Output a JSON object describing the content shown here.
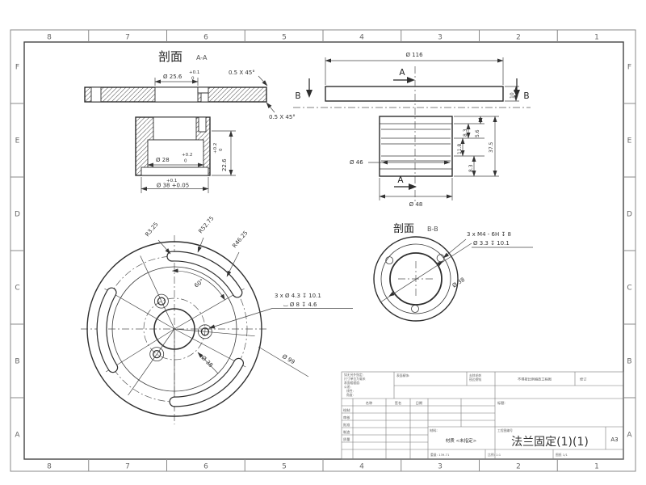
{
  "zones": {
    "cols": [
      "8",
      "7",
      "6",
      "5",
      "4",
      "3",
      "2",
      "1"
    ],
    "rows": [
      "F",
      "E",
      "D",
      "C",
      "B",
      "A"
    ]
  },
  "views": {
    "section_a": {
      "title": "剖面",
      "suffix": "A-A",
      "dim_25_6": "Ø 25.6",
      "tol_u": "+0.1",
      "tol_l": "0",
      "chamfer": "0.5 X 45°"
    },
    "hub": {
      "dim_28": "Ø 28",
      "d28_tol_u": "+0.2",
      "d28_tol_l": "0",
      "dim_22_6": "22.6",
      "d226_tol_u": "+0.2",
      "d226_tol_l": "0",
      "dim_38": "Ø 38 +0.05",
      "d38_tol": "+0.1"
    },
    "top_view": {
      "dim_116": "Ø 116",
      "dim_10": "10",
      "label_a": "A",
      "label_b": "B"
    },
    "cylinder": {
      "dim_46": "Ø 46",
      "dim_48": "Ø 48",
      "dim_8_3_top": "8.3",
      "dim_5_6": "5.6",
      "dim_11_8": "11.8",
      "dim_8_3_bot": "8.3",
      "dim_37_5": "37.5",
      "label_a": "A"
    },
    "face": {
      "r3_25": "R3.25",
      "r52_75": "R52.75",
      "r46_25": "R46.25",
      "angle": "60°",
      "dim_38": "Ø 38",
      "dim_99": "Ø 99",
      "callout1": "3 x Ø 4.3 ↧ 10.1",
      "callout2": "⌴ Ø 8 ↧ 4.6"
    },
    "section_b": {
      "title": "剖面",
      "suffix": "B-B",
      "callout1": "3 x M4 - 6H ↧ 8",
      "callout2": "Ø 3.3 ↧ 10.1",
      "dim_38": "Ø 38"
    }
  },
  "title_block": {
    "notes1": "如无另外指定:",
    "notes2": "尺寸单位为毫米",
    "notes3": "表面粗糙度:",
    "notes4": "公差:",
    "notes5": "线性:",
    "notes6": "角度:",
    "surface_label": "表面精饰:",
    "deburr1": "去除毛刺",
    "deburr2": "锐边倒钝",
    "do_not_scale": "不得按比例缩放工程图",
    "revision": "修订",
    "col_name": "名称",
    "col_sign": "签名",
    "col_date": "日期",
    "row1": "绘制",
    "row2": "审核",
    "row3": "批准",
    "row4": "制造",
    "row5": "质量",
    "title_label": "标题:",
    "material_label": "材料:",
    "material_value": "材质 <未指定>",
    "dwg_label": "工程图编号",
    "dwg_title": "法兰固定(1)(1)",
    "paper_size": "A3",
    "weight": "重量: 139.71",
    "scale": "比例: 1:1",
    "sheet": "图纸 1/1"
  },
  "colors": {
    "line": "#2e2e2e",
    "dim": "#444444",
    "paper": "#ffffff"
  }
}
